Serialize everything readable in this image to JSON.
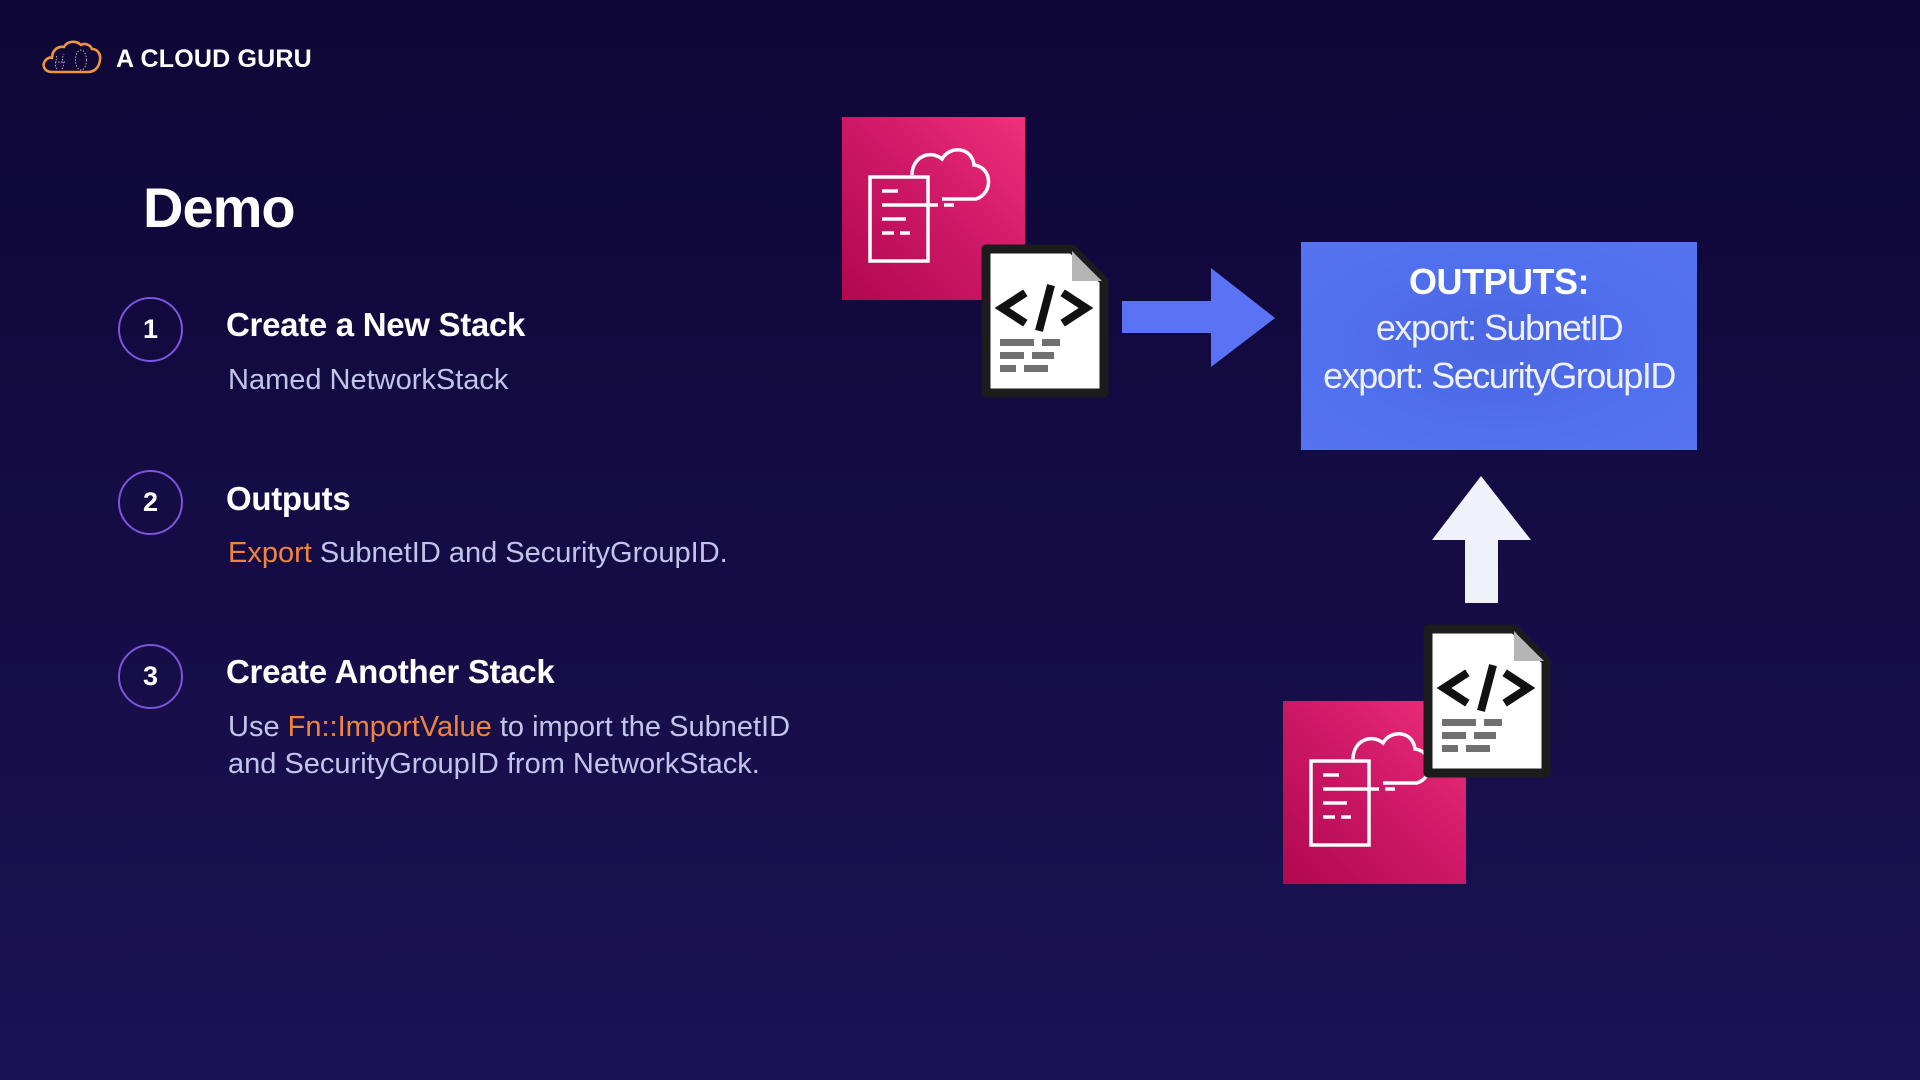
{
  "brand": {
    "name": "A CLOUD GURU",
    "logo_icon": "cloud-logo-icon",
    "logo_color": "#f0953a"
  },
  "slide": {
    "title": "Demo",
    "steps": [
      {
        "number": "1",
        "heading": "Create a New Stack",
        "description": [
          {
            "text": "Named NetworkStack",
            "highlight": false
          }
        ]
      },
      {
        "number": "2",
        "heading": "Outputs",
        "description": [
          {
            "text": "Export",
            "highlight": true
          },
          {
            "text": " SubnetID and SecurityGroupID.",
            "highlight": false
          }
        ]
      },
      {
        "number": "3",
        "heading": "Create Another Stack",
        "description_line1": [
          {
            "text": "Use ",
            "highlight": false
          },
          {
            "text": "Fn::ImportValue",
            "highlight": true
          },
          {
            "text": " to import the SubnetID",
            "highlight": false
          }
        ],
        "description_line2": "and SecurityGroupID from NetworkStack."
      }
    ]
  },
  "diagram": {
    "source_stack_icon": "cloudformation-icon",
    "source_template_icon": "code-document-icon",
    "right_arrow_icon": "arrow-right-icon",
    "outputs": {
      "title": "OUTPUTS:",
      "lines": [
        "export: SubnetID",
        "export: SecurityGroupID"
      ]
    },
    "up_arrow_icon": "arrow-up-icon",
    "target_stack_icon": "cloudformation-icon",
    "target_template_icon": "code-document-icon"
  },
  "colors": {
    "background_top": "#0e0736",
    "background_bottom": "#1b1254",
    "highlight": "#f0853a",
    "step_circle": "#7c55dc",
    "description_text": "#c3c4ea",
    "outputs_box": "#5170ee",
    "cloudformation_pink": "#d01968",
    "right_arrow": "#5a72f4",
    "up_arrow": "#f0f2fa"
  }
}
